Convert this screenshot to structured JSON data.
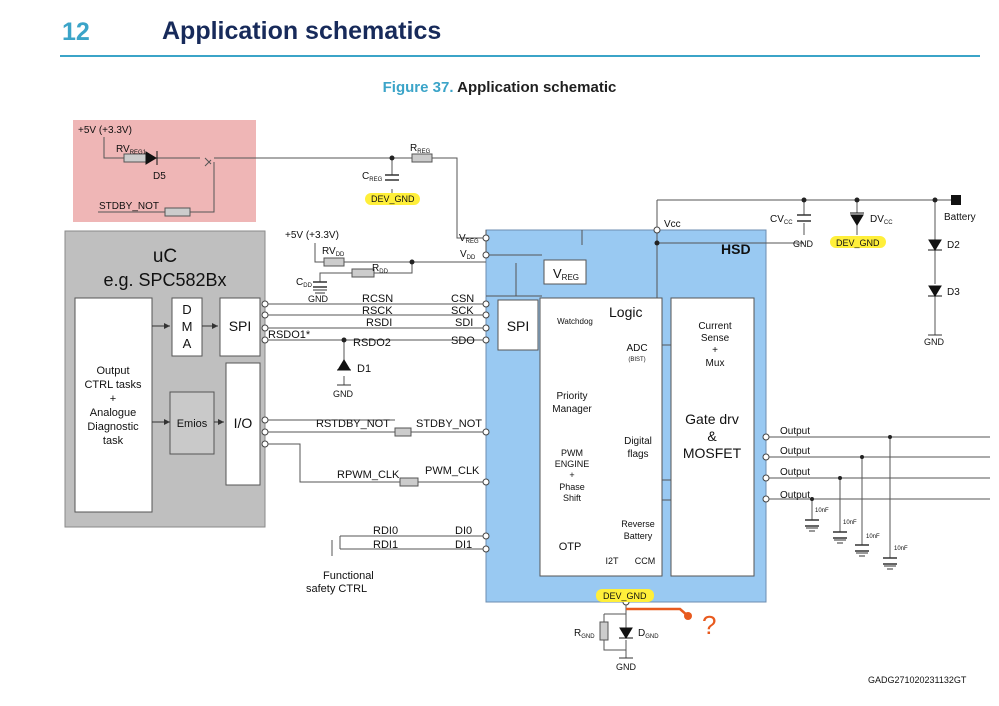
{
  "section": {
    "number": "12",
    "title": "Application schematics"
  },
  "figure": {
    "number": "Figure 37.",
    "caption": "Application schematic"
  },
  "colors": {
    "accent": "#3ba4c8",
    "hsd_fill": "#99c9f2",
    "uc_fill": "#bfbfbf",
    "supply_fill": "#efb6b6",
    "highlight": "#ffef3a",
    "annotation": "#e85a1e"
  },
  "supply": {
    "voltage": "+5V (+3.3V)",
    "rv_reg": "RV",
    "rv_reg_sub": "REG1",
    "d5": "D5",
    "stdby_not": "STDBY_NOT"
  },
  "reg_circuit": {
    "r_reg": "R",
    "r_reg_sub": "REG",
    "c_reg": "C",
    "c_reg_sub": "REG",
    "dev_gnd": "DEV_GND"
  },
  "uc": {
    "title": "uC",
    "subtitle": "e.g. SPC582Bx",
    "output_ctrl": [
      "Output",
      "CTRL tasks",
      "+",
      "Analogue",
      "Diagnostic",
      "task"
    ],
    "dma": [
      "D",
      "M",
      "A"
    ],
    "spi": "SPI",
    "emios": "Emios",
    "io": "I/O"
  },
  "vdd_circuit": {
    "voltage": "+5V (+3.3V)",
    "rv_dd": "RV",
    "rv_dd_sub": "DD",
    "r_dd": "R",
    "r_dd_sub": "DD",
    "c_dd": "C",
    "c_dd_sub": "DD",
    "gnd": "GND"
  },
  "signals": {
    "rcsn": "RCSN",
    "rsck": "RSCK",
    "rsdi": "RSDI",
    "rsdo1": "RSDO1*",
    "rsdo2": "RSDO2",
    "csn": "CSN",
    "sck": "SCK",
    "sdi": "SDI",
    "sdo": "SDO",
    "d1": "D1",
    "gnd": "GND",
    "rstdby_not": "RSTDBY_NOT",
    "stdby_not": "STDBY_NOT",
    "rpwm_clk": "RPWM_CLK",
    "pwm_clk": "PWM_CLK",
    "rdi0": "RDI0",
    "rdi1": "RDI1",
    "di0": "DI0",
    "di1": "DI1",
    "functional": [
      "Functional",
      "safety CTRL"
    ]
  },
  "hsd": {
    "title": "HSD",
    "vreg_pin": "V",
    "vreg_pin_sub": "REG",
    "vdd_pin": "V",
    "vdd_pin_sub": "DD",
    "vcc": "Vcc",
    "vreg_block": "V",
    "vreg_block_sub": "REG",
    "spi": "SPI",
    "logic": "Logic",
    "watchdog": "Watchdog",
    "adc": "ADC",
    "adc_bist": "(BIST)",
    "current_sense": [
      "Current",
      "Sense",
      "+",
      "Mux"
    ],
    "priority": [
      "Priority",
      "Manager"
    ],
    "digital_flags": [
      "Digital",
      "flags"
    ],
    "pwm_engine": [
      "PWM",
      "ENGINE",
      "+",
      "Phase",
      "Shift"
    ],
    "reverse_battery": [
      "Reverse",
      "Battery"
    ],
    "otp": "OTP",
    "i2t": "I2T",
    "ccm": "CCM",
    "gate_drv": [
      "Gate drv",
      "&",
      "MOSFET"
    ],
    "dev_gnd": "DEV_GND"
  },
  "outputs": {
    "labels": [
      "Output",
      "Output",
      "Output",
      "Output"
    ],
    "caps": [
      "10nF",
      "10nF",
      "10nF",
      "10nF"
    ]
  },
  "battery_side": {
    "cv_cc": "CV",
    "cv_cc_sub": "CC",
    "dv_cc": "DV",
    "dv_cc_sub": "CC",
    "gnd": "GND",
    "dev_gnd": "DEV_GND",
    "battery": "Battery",
    "d2": "D2",
    "d3": "D3",
    "gnd2": "GND"
  },
  "ground": {
    "r_gnd": "R",
    "r_gnd_sub": "GND",
    "d_gnd": "D",
    "d_gnd_sub": "GND",
    "gnd": "GND",
    "question": "?"
  },
  "doc_code": "GADG271020231132GT"
}
